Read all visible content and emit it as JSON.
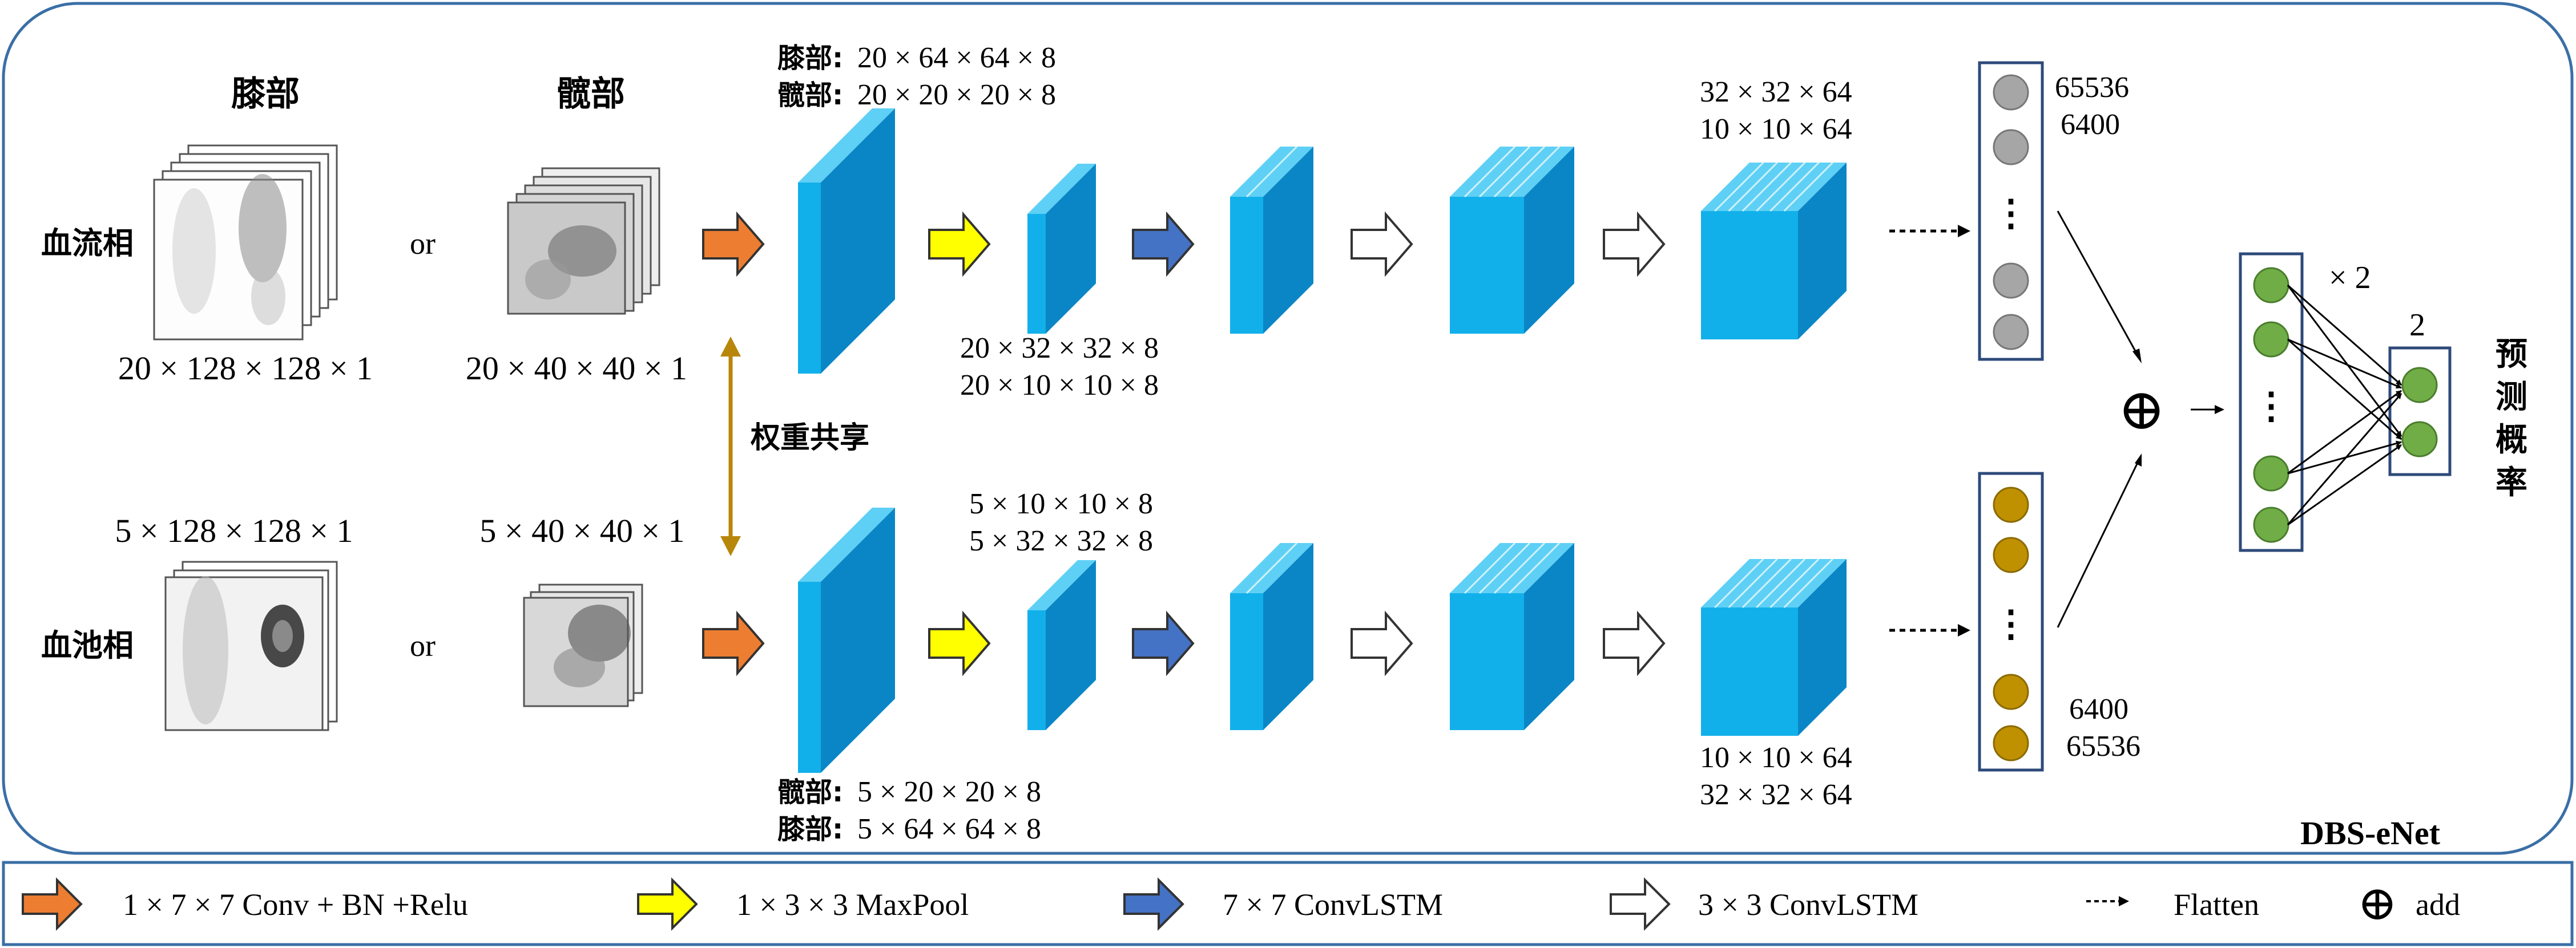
{
  "title": "DBS-eNet",
  "inputs": {
    "knee_label": "膝部",
    "hip_label": "髋部",
    "flow_phase_label": "血流相",
    "pool_phase_label": "血池相",
    "or_text": "or",
    "flow_knee_shape": "20 × 128 × 128 × 1",
    "flow_hip_shape": "20 × 40 × 40 × 1",
    "pool_knee_shape": "5 × 128 × 128 × 1",
    "pool_hip_shape": "5 × 40 × 40 × 1",
    "weight_share_label": "权重共享"
  },
  "upper_branch": {
    "conv_out_knee_prefix": "膝部:",
    "conv_out_knee": "20 × 64 × 64 × 8",
    "conv_out_hip_prefix": "髋部:",
    "conv_out_hip": "20 × 20 × 20 × 8",
    "pool_out_1": "20 × 32 × 32 × 8",
    "pool_out_2": "20 × 10 × 10 × 8",
    "lstm_out_1": "32 × 32 × 64",
    "lstm_out_2": "10 × 10 × 64",
    "flat_1": "65536",
    "flat_2": "6400"
  },
  "lower_branch": {
    "conv_out_hip_prefix": "髋部:",
    "conv_out_hip": "5 × 20 × 20 × 8",
    "conv_out_knee_prefix": "膝部:",
    "conv_out_knee": "5 × 64 × 64 × 8",
    "pool_out_1": "5 × 10 × 10 × 8",
    "pool_out_2": "5 × 32 × 32 × 8",
    "lstm_out_1": "10 × 10 × 64",
    "lstm_out_2": "32 × 32 × 64",
    "flat_1": "6400",
    "flat_2": "65536"
  },
  "head": {
    "times_two": "× 2",
    "output_count": "2",
    "output_label": "预测概率",
    "add_symbol": "⊕",
    "dots": "⋮"
  },
  "legend": {
    "conv": "1 × 7 × 7 Conv + BN +Relu",
    "maxpool": "1 × 3 × 3 MaxPool",
    "convlstm7": "7 × 7 ConvLSTM",
    "convlstm3": "3 × 3 ConvLSTM",
    "flatten": "Flatten",
    "add": "add"
  },
  "colors": {
    "frame": "#3a6fa6",
    "block_front": "#12b0ea",
    "block_side": "#0a86c6",
    "block_top": "#5fd0f5",
    "conv_arrow": "#ed7d31",
    "maxpool_arrow": "#ffff00",
    "convlstm7_arrow": "#4472c4",
    "gold_line": "#b8860b",
    "gray_node": "#a6a6a6",
    "gold_node": "#bf9000",
    "green_node": "#70ad47"
  }
}
